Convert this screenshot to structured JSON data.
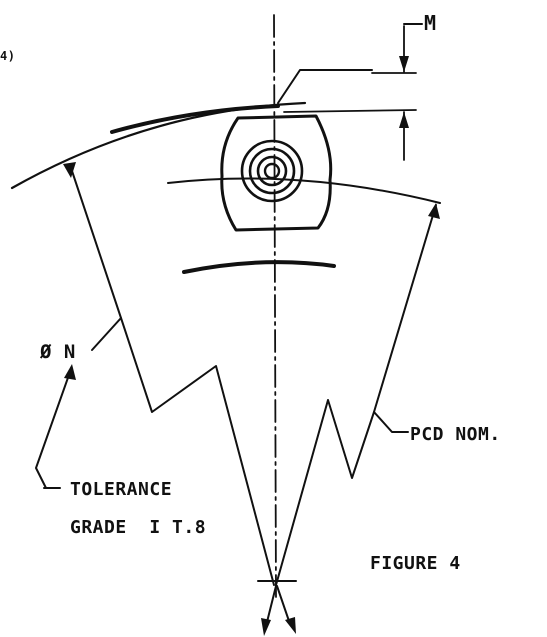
{
  "labels": {
    "corner_mark": "4)",
    "dim_m": "M",
    "dia_n": "Ø N",
    "pcd": "PCD NOM.",
    "tol_line1": "TOLERANCE",
    "tol_line2": "GRADE  I T.8",
    "figure": "FIGURE 4"
  },
  "colors": {
    "ink": "#111111",
    "paper": "#ffffff"
  }
}
